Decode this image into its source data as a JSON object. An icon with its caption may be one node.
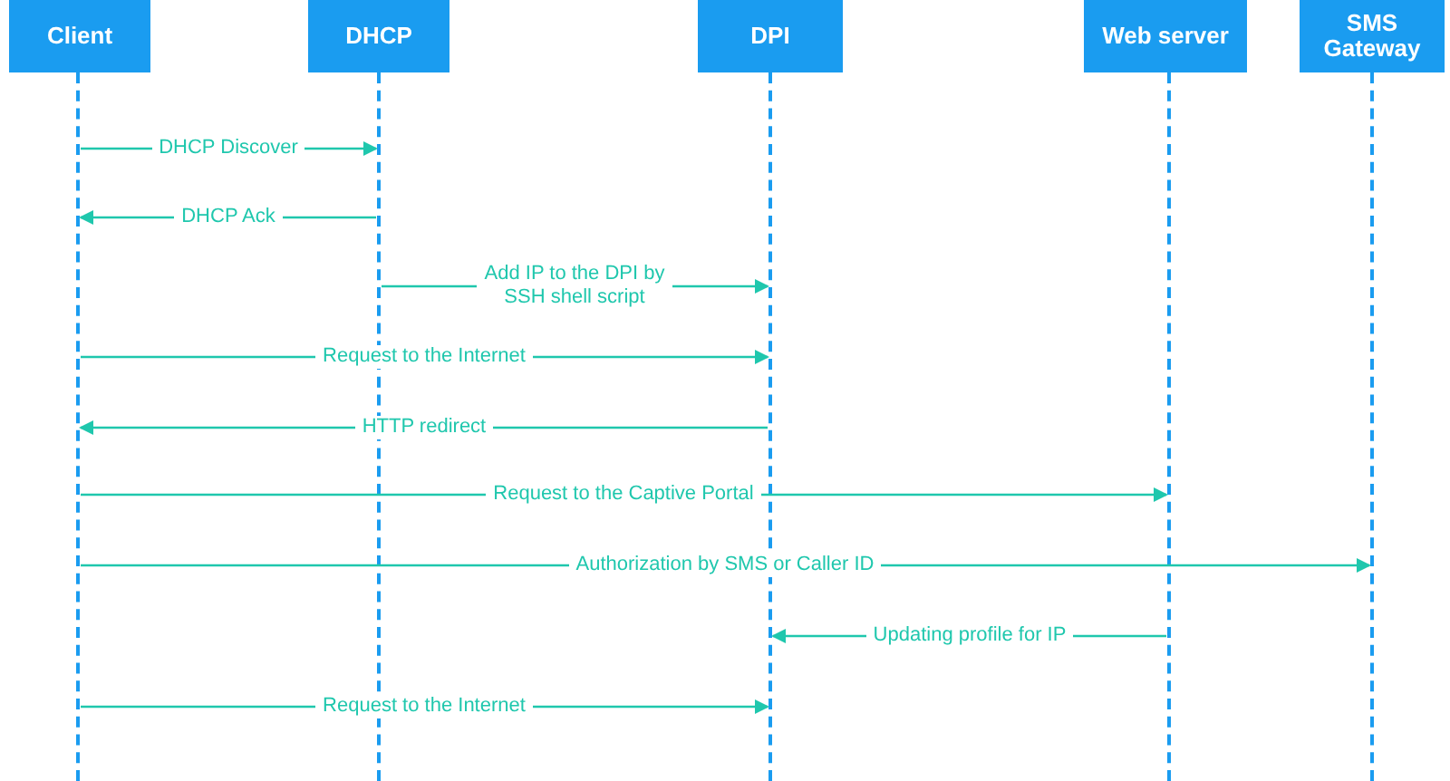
{
  "diagram": {
    "nodes": [
      {
        "text": [
          "Client"
        ]
      },
      {
        "text": [
          "DHCP"
        ]
      },
      {
        "text": [
          "DPI"
        ]
      },
      {
        "text": [
          "Web server"
        ]
      },
      {
        "text": [
          "SMS Gateway"
        ]
      },
      {
        "text": [],
        "shape": "line"
      },
      {
        "text": [],
        "shape": "line"
      },
      {
        "text": [],
        "shape": "line"
      },
      {
        "text": [],
        "shape": "line"
      },
      {
        "text": [],
        "shape": "line"
      }
    ],
    "edges": [
      {
        "from": 5,
        "to": 6,
        "arrow": "to",
        "label": "DHCP Discover"
      },
      {
        "from": 6,
        "to": 5,
        "arrow": "to",
        "label": "DHCP Ack"
      },
      {
        "from": 6,
        "to": 7,
        "arrow": "to",
        "label": "Add IP to the DPI by SSH shell script"
      },
      {
        "from": 5,
        "to": 7,
        "arrow": "to",
        "label": "Request to the Internet"
      },
      {
        "from": 7,
        "to": 5,
        "arrow": "to",
        "label": "HTTP redirect"
      },
      {
        "from": 5,
        "to": 8,
        "arrow": "to",
        "label": "Request to the Captive Portal"
      },
      {
        "from": 5,
        "to": 9,
        "arrow": "to",
        "label": "Authorization by SMS or Caller ID"
      },
      {
        "from": 8,
        "to": 7,
        "arrow": "to",
        "label": "Updating profile for IP"
      },
      {
        "from": 5,
        "to": 7,
        "arrow": "to",
        "label": "Request to the Internet"
      }
    ]
  }
}
